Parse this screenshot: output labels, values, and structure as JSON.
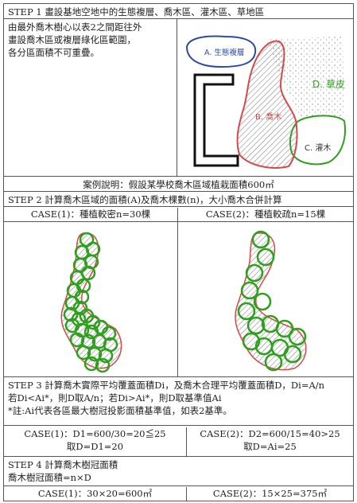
{
  "step1": {
    "title": "STEP 1  畫設基地空地中的生態複層、喬木區、灌木區、草地區",
    "text_lines": [
      "由最外喬木樹心以表2之間距往外",
      "畫設喬木區或複層綠化區範圍，",
      "各分區面積不可重疊。"
    ],
    "diagram_labels": {
      "zone_a": "A. 生態複層",
      "zone_b": "B. 喬木",
      "zone_c": "C. 灌木",
      "zone_d": "D. 草皮"
    }
  },
  "example_note": "案例說明：假設某學校喬木區域植栽面積600㎡",
  "step2": {
    "title": "STEP 2  計算喬木區域的面積(A)及喬木棵數(n)，大小喬木合併計算",
    "case1_label": "CASE(1)：種植較密n=30棵",
    "case2_label": "CASE(2)：種植較疏n=15棵"
  },
  "step3": {
    "line1": "STEP 3  計算喬木實際平均覆蓋面積Di，及喬木合理平均覆蓋面積D，Di=A/n",
    "line2": "若Di<Ai*，則D取A/n；若Di>Ai*，則D取基準值Ai",
    "line3": "*註:Ai代表各區最大樹冠投影面積基準值，如表2基準。",
    "case1_line1": "CASE(1)：D1=600/30=20≦25",
    "case1_line2": "取D=D1=20",
    "case2_line1": "CASE(2)：D2=600/15=40>25",
    "case2_line2": "取D=Ai=25"
  },
  "step4": {
    "title": "STEP 4  計算喬木樹冠面積",
    "formula": "喬木樹冠面積=n×D",
    "case1": "CASE(1)：30×20=600㎡",
    "case2": "CASE(2)：15×25=375㎡"
  },
  "colors": {
    "border": "#555555",
    "tree_green": "#2ea01e",
    "zone_red": "#d84848",
    "zone_blue": "#2d4aa8"
  }
}
